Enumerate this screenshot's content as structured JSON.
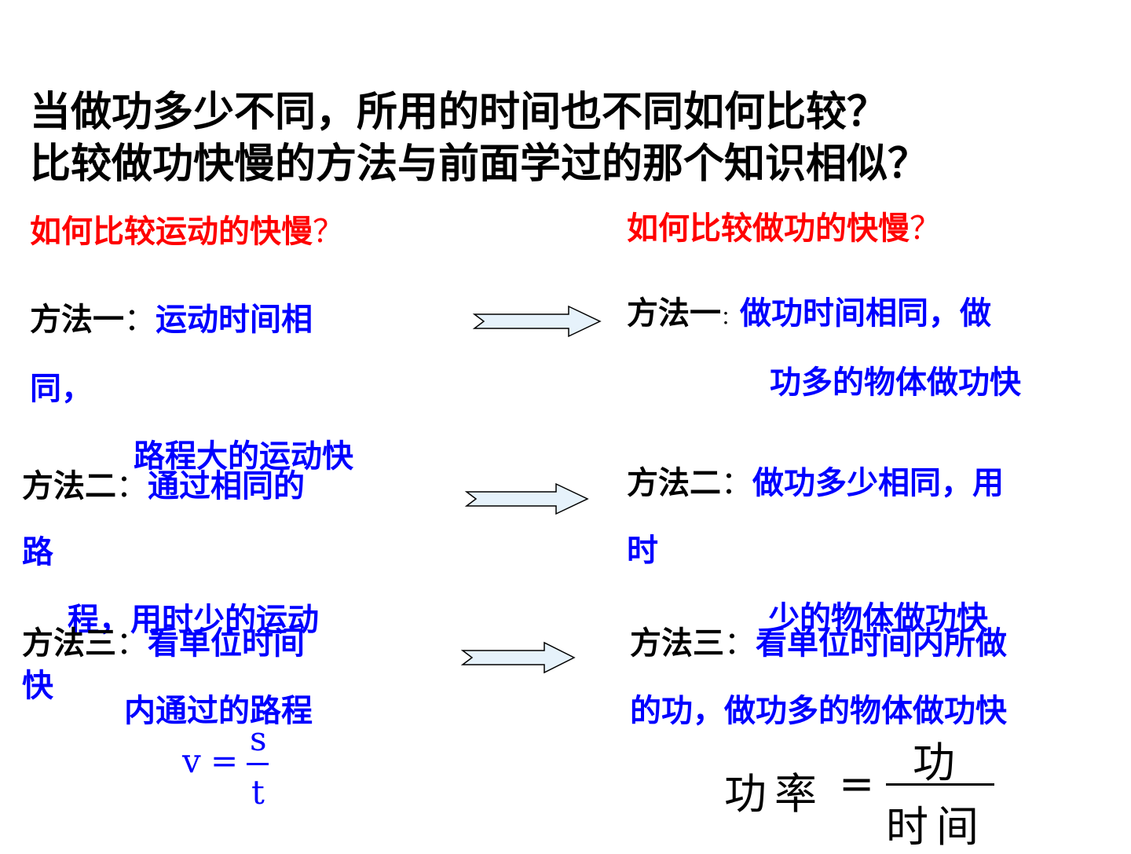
{
  "title": {
    "line1": "当做功多少不同，所用的时间也不同如何比较？",
    "line2": "比较做功快慢的方法与前面学过的那个知识相似？"
  },
  "left": {
    "heading": "如何比较运动的快慢",
    "heading_q": "？",
    "m1": {
      "label": "方法一",
      "colon": "：",
      "text_a": "运动时间相",
      "text_b": "同，",
      "text_c": "路程大的运动快"
    },
    "m2": {
      "label": "方法二",
      "colon": "：",
      "text_a": "通过相同的",
      "text_b": "路",
      "text_c": "程，用时少的运动",
      "text_d": "快"
    },
    "m3": {
      "label": "方法三",
      "colon": "：",
      "text_a": "看单位时间",
      "text_b": "内通过的路程"
    },
    "formula": {
      "lhs": "v",
      "eq": "=",
      "num": "s",
      "den": "t"
    }
  },
  "right": {
    "heading": "如何比较做功的快慢",
    "heading_q": "？",
    "m1": {
      "label": "方法一",
      "colon": "：",
      "text_a": "做功时间相同，做",
      "text_b": "功多的物体做功快"
    },
    "m2": {
      "label": "方法二",
      "colon": "：",
      "text_a": "做功多少相同，用",
      "text_b": "时",
      "text_c": "少的物体做功快"
    },
    "m3": {
      "label": "方法三",
      "colon": "：",
      "text_a": "看单位时间内所做",
      "text_b": "的功，做功多的物体做功快"
    },
    "formula": {
      "lhs": "功率",
      "eq": "=",
      "num": "功",
      "den": "时间"
    }
  },
  "colors": {
    "red": "#ff0000",
    "blue": "#0000ff",
    "arrow_fill": "#e6f2fb"
  }
}
